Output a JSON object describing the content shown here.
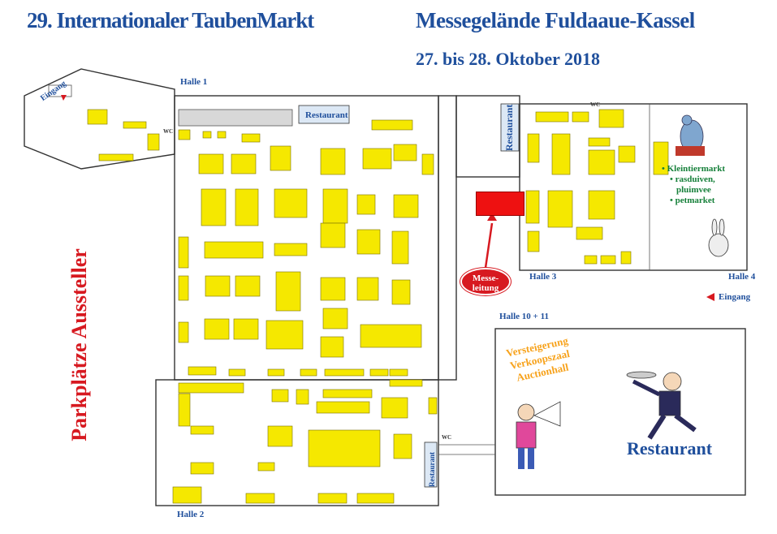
{
  "title_left": "29. Internationaler TaubenMarkt",
  "title_right": "Messegelände Fuldaaue-Kassel",
  "date": "27. bis 28. Oktober 2018",
  "halls": {
    "hall1": "Halle 1",
    "hall2": "Halle 2",
    "hall3": "Halle 3",
    "hall4": "Halle 4",
    "hall10_11": "Halle 10 + 11"
  },
  "parking": "Parkplätze Aussteller",
  "entrance_top": "Eingang",
  "entrance_right": "Eingang",
  "restaurant_hall1": "Restaurant",
  "restaurant_hall3": "Restaurant",
  "restaurant_hall2": "Restaurant",
  "restaurant_big": "Restaurant",
  "messeleitung": [
    "Messe-",
    "leitung"
  ],
  "kleintiermarkt": [
    "• Kleintiermarkt",
    "• rasduiven,",
    "pluimvee",
    "• petmarket"
  ],
  "auction": [
    "Versteigerung",
    "Verkoopszaal",
    "Auctionhall"
  ],
  "wc": "WC",
  "colors": {
    "title": "#1f4f9c",
    "stand": "#f5e800",
    "red": "#d71920",
    "green": "#16803a",
    "orange": "#f7a21b"
  },
  "icons": [
    "pigeon-icon",
    "rabbit-icon",
    "auctioneer-icon",
    "waiter-icon"
  ]
}
